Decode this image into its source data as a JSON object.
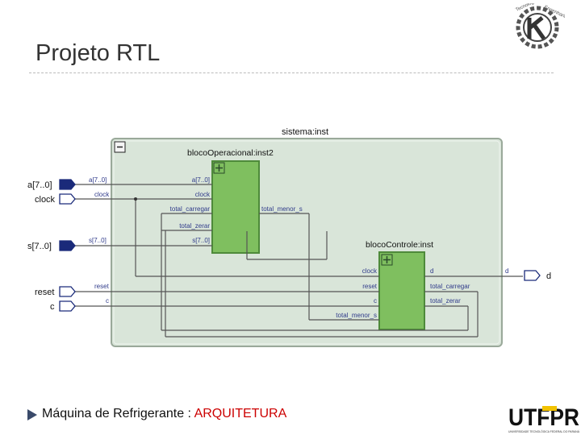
{
  "slide": {
    "title": "Projeto RTL",
    "footer_prefix": "Máquina de Refrigerante : ",
    "footer_highlight": "ARQUITETURA",
    "logo_top_text_1": "Tecnologia",
    "logo_top_text_2": "Engenharia",
    "logo_bottom": "UTFPR",
    "logo_bottom_caption": "UNIVERSIDADE TECNOLÓGICA FEDERAL DO PARANÁ"
  },
  "diagram": {
    "outer_title": "sistema:inst",
    "collapse_symbol": "−",
    "ports_left": {
      "a": "a[7..0]",
      "clock": "clock",
      "s": "s[7..0]",
      "reset": "reset",
      "c": "c"
    },
    "port_right": "d",
    "inner_wire_labels": {
      "a": "a[7..0]",
      "clock": "clock",
      "s": "s[7..0]",
      "reset": "reset",
      "c": "c",
      "d": "d"
    },
    "bloco_operacional": {
      "title": "blocoOperacional:inst2",
      "in_a": "a[7..0]",
      "in_clock": "clock",
      "in_total_carregar": "total_carregar",
      "in_total_zerar": "total_zerar",
      "in_s": "s[7..0]",
      "out_total_menor_s": "total_menor_s"
    },
    "bloco_controle": {
      "title": "blocoControle:inst",
      "in_clock": "clock",
      "in_reset": "reset",
      "in_c": "c",
      "in_total_menor_s": "total_menor_s",
      "out_d": "d",
      "out_total_carregar": "total_carregar",
      "out_total_zerar": "total_zerar"
    },
    "colors": {
      "outer_fill": "#d9e5d9",
      "block_fill": "#7fbf5f",
      "block_border": "#4e8a3a",
      "wire": "#555555",
      "label_blue": "#2f3a8a",
      "port_outline": "#1a2a7a"
    }
  }
}
